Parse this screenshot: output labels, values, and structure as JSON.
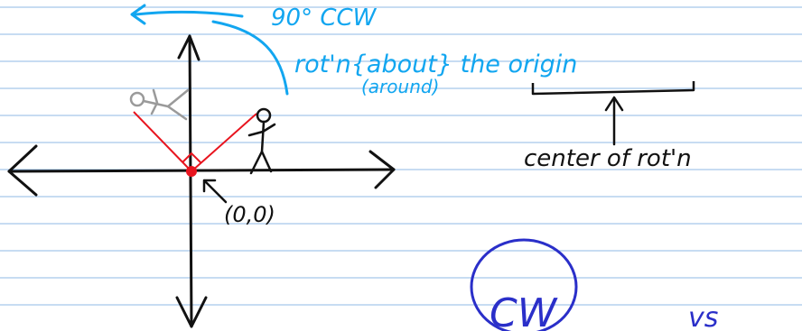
{
  "annotations": {
    "rotation_angle": "90° CCW",
    "rotation_line": "rot'n{about} the origin",
    "around_alt": "(around)",
    "origin_label": "(0,0)",
    "center_label": "center of rot'n",
    "cw_label": "CW",
    "vs_label": "vs"
  },
  "colors": {
    "ruled_lines": "#8fb8e6",
    "blue_ink": "#12a6f0",
    "black_ink": "#111111",
    "red_ink": "#e8141e",
    "gray_ink": "#9a9a9a",
    "circle_ink": "#2a2fc9"
  },
  "icons": {
    "stick_figure_original": "standing-stick-figure",
    "stick_figure_rotated": "rotated-stick-figure-gray",
    "rotation_arrow": "curved-arrow-ccw"
  }
}
